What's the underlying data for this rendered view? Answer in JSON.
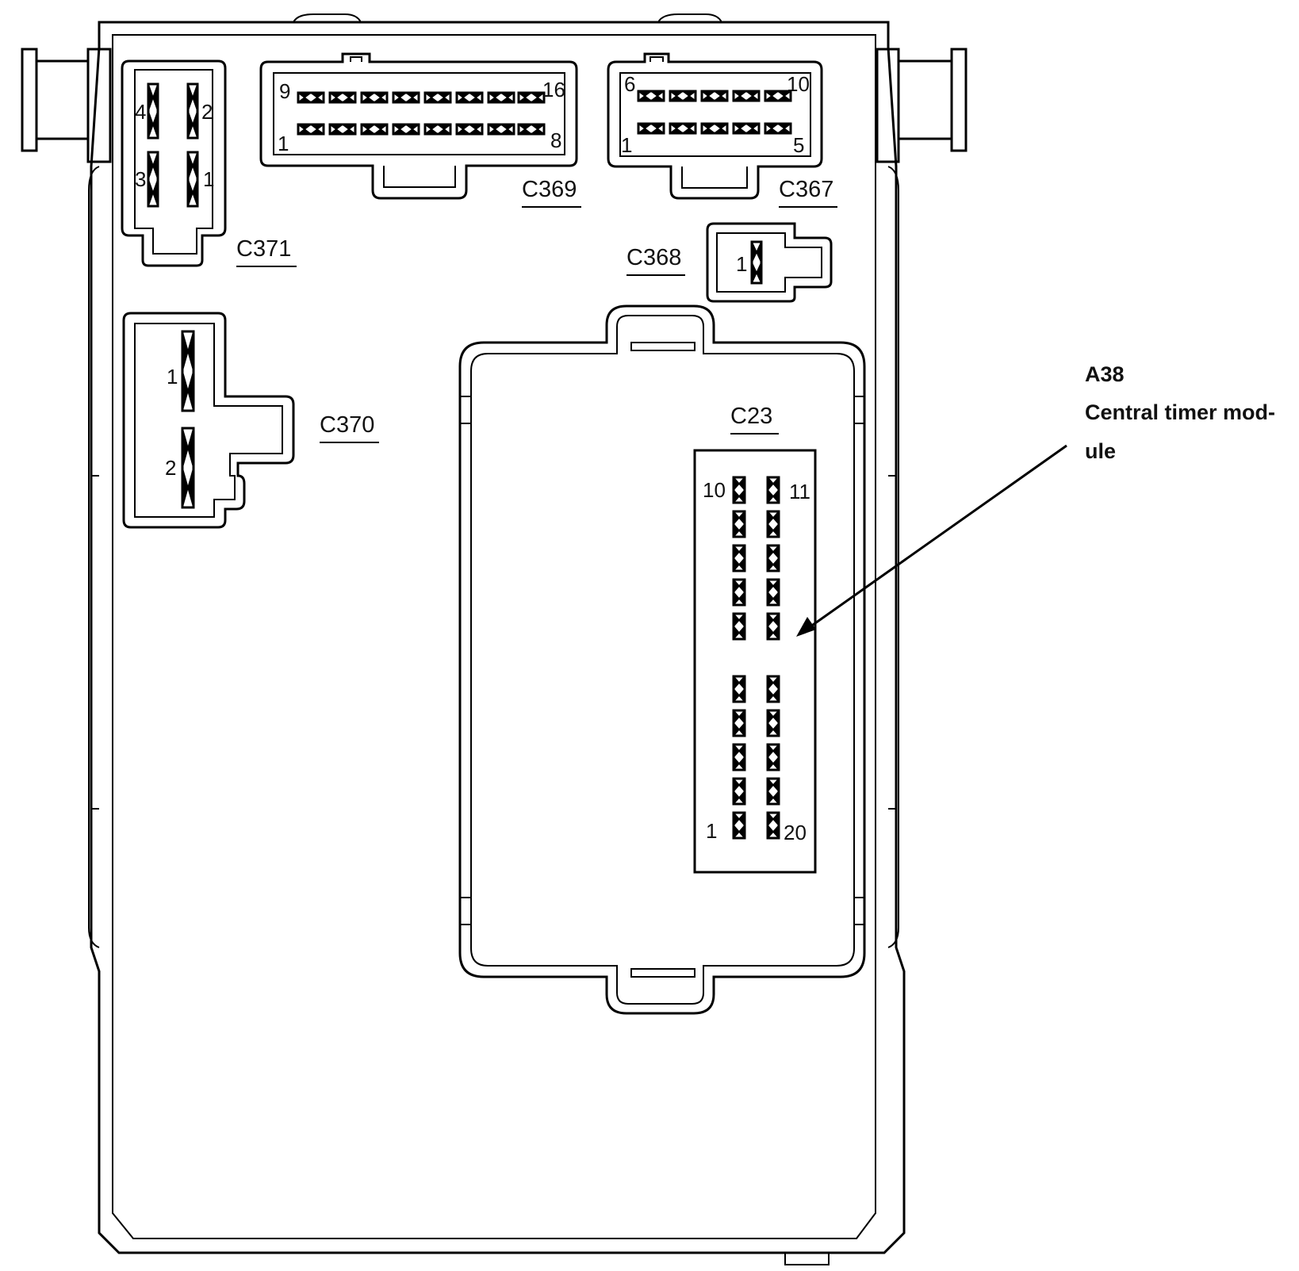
{
  "diagram": {
    "module": {
      "id": "A38",
      "name_line1": "Central timer mod-",
      "name_line2": "ule"
    },
    "connectors": {
      "c371": {
        "name": "C371",
        "pins": [
          "4",
          "2",
          "3",
          "1"
        ]
      },
      "c369": {
        "name": "C369",
        "pins": [
          "9",
          "16",
          "1",
          "8"
        ]
      },
      "c367": {
        "name": "C367",
        "pins": [
          "6",
          "10",
          "1",
          "5"
        ]
      },
      "c368": {
        "name": "C368",
        "pins": [
          "1"
        ]
      },
      "c370": {
        "name": "C370",
        "pins": [
          "1",
          "2"
        ]
      },
      "c23": {
        "name": "C23",
        "pins": [
          "10",
          "11",
          "1",
          "20"
        ]
      }
    }
  }
}
